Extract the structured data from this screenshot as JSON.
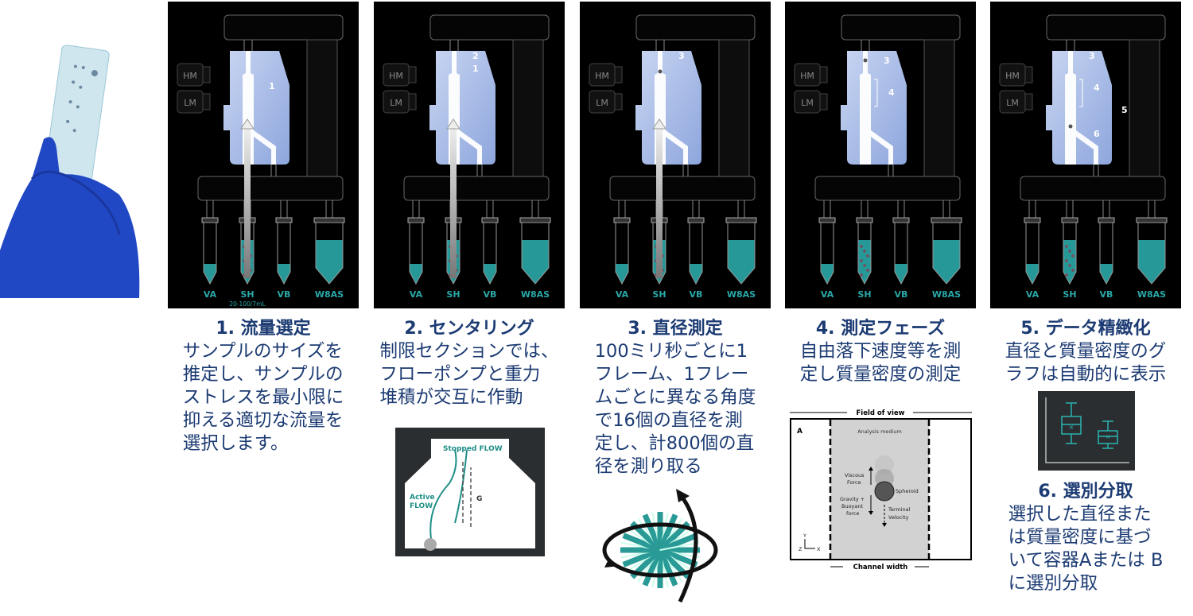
{
  "colors": {
    "accent": "#2aa8a8",
    "title": "#1c3b73",
    "panel_bg": "#000000",
    "chip": "#a9bde6"
  },
  "device": {
    "cameras": [
      "HM",
      "LM"
    ],
    "tubes": [
      "VA",
      "SH",
      "VB",
      "W8AS"
    ],
    "sh_volume": "20-100/7mL"
  },
  "panels": [
    {
      "markers": [
        "1"
      ],
      "arrow": true,
      "sub": true
    },
    {
      "markers": [
        "2",
        "1"
      ],
      "arrow": true,
      "sub": false
    },
    {
      "markers": [
        "3"
      ],
      "arrow": true,
      "sub": false
    },
    {
      "markers": [
        "3",
        "4"
      ],
      "arrow": false,
      "sub": false
    },
    {
      "markers": [
        "3",
        "4",
        "5",
        "6"
      ],
      "arrow": false,
      "sub": false
    }
  ],
  "steps": [
    {
      "title": "1. 流量選定",
      "lines": [
        "サンプルのサイズを",
        "推定し、サンプルの",
        "ストレスを最小限に",
        "抑える適切な流量を",
        "選択します。"
      ]
    },
    {
      "title": "2. センタリング",
      "lines": [
        "制限セクションでは、",
        "フローポンプと重力",
        "堆積が交互に作動"
      ]
    },
    {
      "title": "3. 直径測定",
      "lines": [
        "100ミリ秒ごとに1",
        "フレーム、1フレー",
        "ムごとに異なる角度",
        "で16個の直径を測",
        "定し、計800個の直",
        "径を測り取る"
      ]
    },
    {
      "title": "4. 測定フェーズ",
      "lines": [
        "自由落下速度等を測",
        "定し質量密度の測定"
      ]
    },
    {
      "title": "5. データ精緻化",
      "lines": [
        "直径と質量密度のグ",
        "ラフは自動的に表示"
      ]
    },
    {
      "title": "6. 選別分取",
      "lines": [
        "選択した直径また",
        "は質量密度に基づ",
        "いて容器Aまたは B",
        "に選別分取"
      ]
    }
  ],
  "centering_diagram": {
    "stopped": "Stopped FLOW",
    "active": "Active FLOW",
    "active_1": "Active",
    "active_2": "FLOW",
    "g": "G"
  },
  "measurement_diagram": {
    "field": "Field of view",
    "panel": "A",
    "medium": "Analysis medium",
    "viscous_1": "Viscous",
    "viscous_2": "Force",
    "spheroid": "Spheroid",
    "gravity_1": "Gravity +",
    "gravity_2": "Buoyant",
    "gravity_3": "force",
    "terminal_1": "Terminal",
    "terminal_2": "Velocity",
    "channel": "Channel width",
    "axis_y": "Y",
    "axis_z": "Z",
    "axis_x": "X"
  }
}
